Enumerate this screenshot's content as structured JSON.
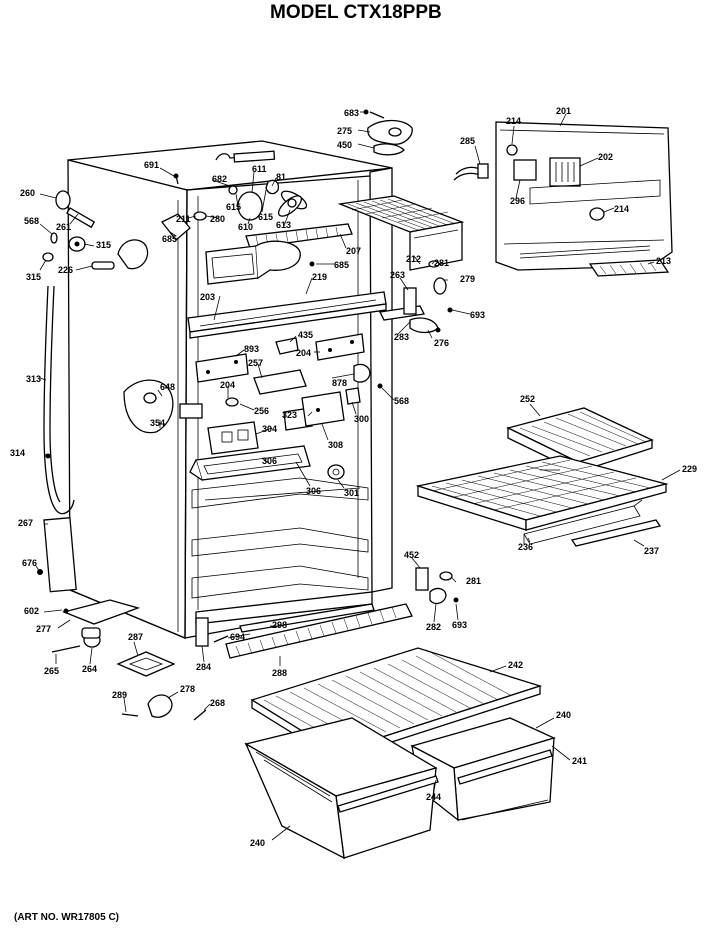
{
  "title": "MODEL CTX18PPB",
  "art_number": "(ART NO. WR17805 C)",
  "part_labels": {
    "p683a": "683",
    "p275": "275",
    "p450": "450",
    "p285": "285",
    "p214a": "214",
    "p201": "201",
    "p202": "202",
    "p296": "296",
    "p214b": "214",
    "p213": "213",
    "p691": "691",
    "p682": "682",
    "p611": "611",
    "p81": "81",
    "p260": "260",
    "p568a": "568",
    "p261": "261",
    "p315a": "315",
    "p315b": "315",
    "p226": "226",
    "p211": "211",
    "p280": "280",
    "p615a": "615",
    "p615b": "615",
    "p610": "610",
    "p613": "613",
    "p685a": "685",
    "p207": "207",
    "p212": "212",
    "p281a": "281",
    "p685b": "685",
    "p219": "219",
    "p263": "263",
    "p279": "279",
    "p693a": "693",
    "p203": "203",
    "p283": "283",
    "p276": "276",
    "p313": "313",
    "p435": "435",
    "p204a": "204",
    "p893": "893",
    "p648": "648",
    "p257": "257",
    "p204b": "204",
    "p878": "878",
    "p568b": "568",
    "p354": "354",
    "p256": "256",
    "p323": "323",
    "p304": "304",
    "p300": "300",
    "p308": "308",
    "p252": "252",
    "p314": "314",
    "p306a": "306",
    "p306b": "306",
    "p301": "301",
    "p229": "229",
    "p267": "267",
    "p236": "236",
    "p237": "237",
    "p676": "676",
    "p452": "452",
    "p281b": "281",
    "p602": "602",
    "p277": "277",
    "p282": "282",
    "p693b": "693",
    "p287": "287",
    "p694": "694",
    "p298": "298",
    "p265": "265",
    "p264": "264",
    "p284": "284",
    "p288": "288",
    "p242": "242",
    "p289": "289",
    "p278": "278",
    "p268": "268",
    "p240a": "240",
    "p241": "241",
    "p244": "244",
    "p240b": "240"
  }
}
